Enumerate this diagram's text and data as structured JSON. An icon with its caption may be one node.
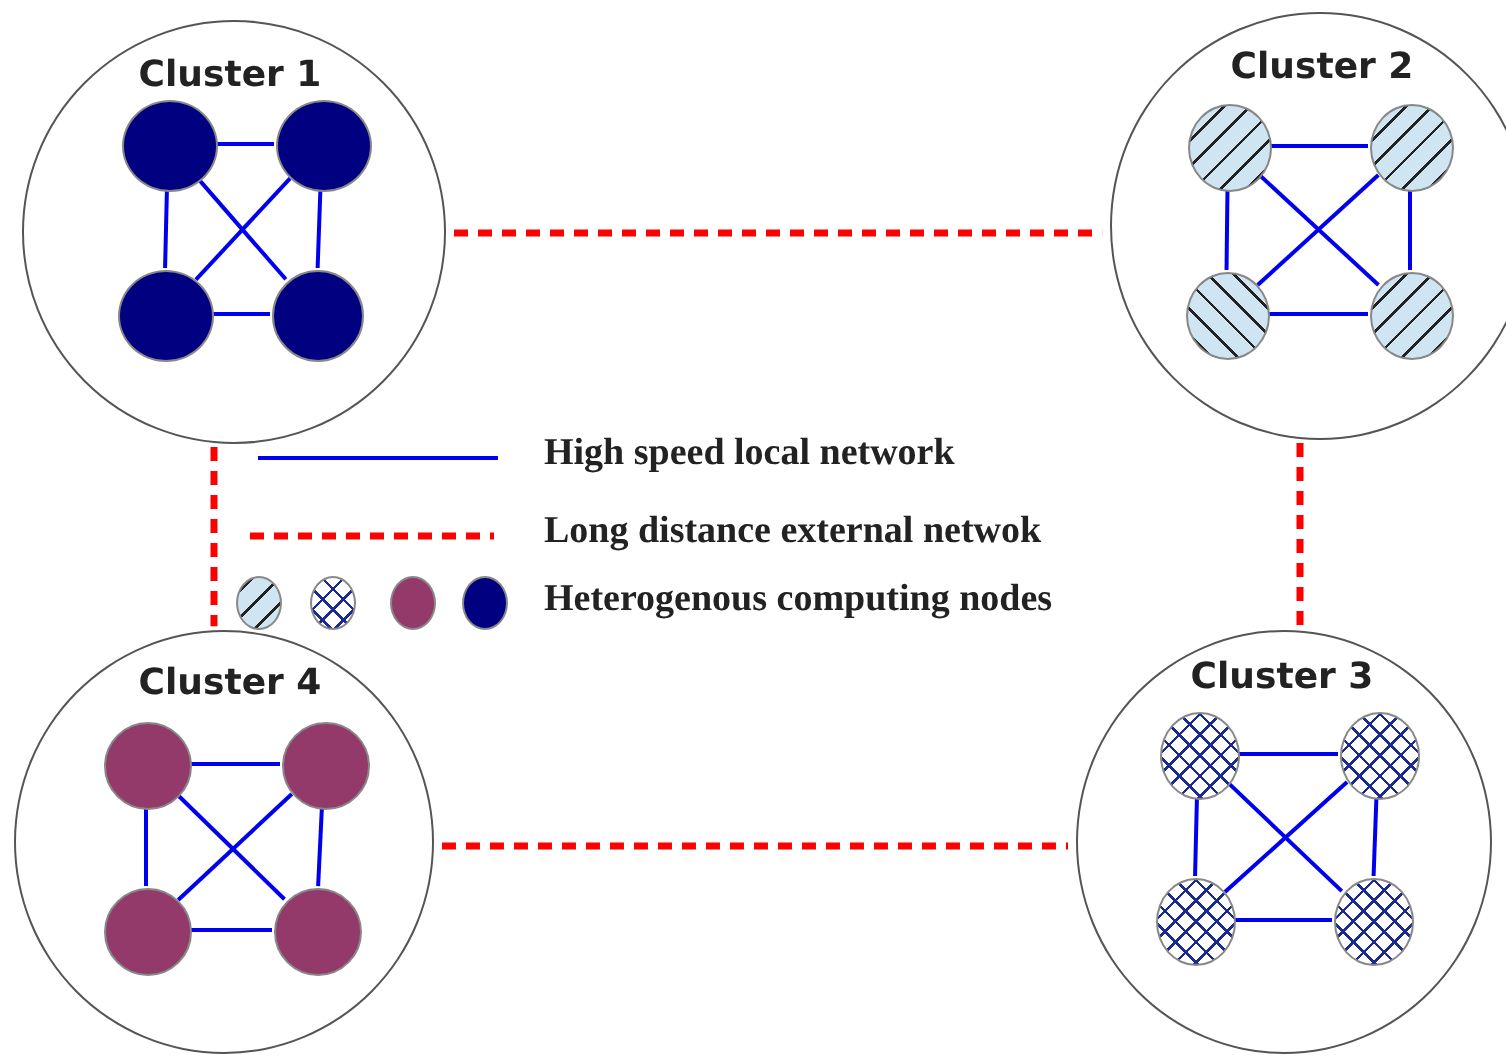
{
  "diagram": {
    "nodes": [
      {
        "text": [
          "Cluster 1"
        ]
      },
      {
        "text": [],
        "shape": "circle",
        "in": 0
      },
      {
        "text": [],
        "shape": "circle",
        "in": 0
      },
      {
        "text": [],
        "shape": "circle",
        "in": 0
      },
      {
        "text": [],
        "shape": "circle",
        "in": 0
      },
      {
        "text": [
          "Cluster 2"
        ]
      },
      {
        "text": [],
        "shape": "circle",
        "in": 5
      },
      {
        "text": [],
        "shape": "circle",
        "in": 5
      },
      {
        "text": [],
        "shape": "circle",
        "in": 5
      },
      {
        "text": [],
        "shape": "circle",
        "in": 5
      },
      {
        "text": [
          "Cluster 4"
        ]
      },
      {
        "text": [],
        "shape": "circle",
        "in": 10
      },
      {
        "text": [],
        "shape": "circle",
        "in": 10
      },
      {
        "text": [],
        "shape": "circle",
        "in": 10
      },
      {
        "text": [],
        "shape": "circle",
        "in": 10
      },
      {
        "text": [
          "Cluster 3"
        ]
      },
      {
        "text": [],
        "shape": "circle",
        "in": 15
      },
      {
        "text": [],
        "shape": "circle",
        "in": 15
      },
      {
        "text": [],
        "shape": "circle",
        "in": 15
      },
      {
        "text": [],
        "shape": "circle",
        "in": 15
      }
    ],
    "edges": [
      {
        "from": 1,
        "to": 2,
        "arrow": "none"
      },
      {
        "from": 1,
        "to": 3,
        "arrow": "none"
      },
      {
        "from": 1,
        "to": 4,
        "arrow": "none"
      },
      {
        "from": 2,
        "to": 3,
        "arrow": "none"
      },
      {
        "from": 2,
        "to": 4,
        "arrow": "none"
      },
      {
        "from": 3,
        "to": 4,
        "arrow": "none"
      },
      {
        "from": 6,
        "to": 7,
        "arrow": "none"
      },
      {
        "from": 6,
        "to": 8,
        "arrow": "none"
      },
      {
        "from": 6,
        "to": 9,
        "arrow": "none"
      },
      {
        "from": 7,
        "to": 8,
        "arrow": "none"
      },
      {
        "from": 7,
        "to": 9,
        "arrow": "none"
      },
      {
        "from": 8,
        "to": 9,
        "arrow": "none"
      },
      {
        "from": 11,
        "to": 12,
        "arrow": "none"
      },
      {
        "from": 11,
        "to": 13,
        "arrow": "none"
      },
      {
        "from": 11,
        "to": 14,
        "arrow": "none"
      },
      {
        "from": 12,
        "to": 13,
        "arrow": "none"
      },
      {
        "from": 12,
        "to": 14,
        "arrow": "none"
      },
      {
        "from": 13,
        "to": 14,
        "arrow": "none"
      },
      {
        "from": 16,
        "to": 17,
        "arrow": "none"
      },
      {
        "from": 16,
        "to": 18,
        "arrow": "none"
      },
      {
        "from": 16,
        "to": 19,
        "arrow": "none"
      },
      {
        "from": 17,
        "to": 18,
        "arrow": "none"
      },
      {
        "from": 17,
        "to": 19,
        "arrow": "none"
      },
      {
        "from": 18,
        "to": 19,
        "arrow": "none"
      },
      {
        "from": 0,
        "to": 5,
        "arrow": "none",
        "style": "dashed",
        "color": "#ff0000"
      },
      {
        "from": 0,
        "to": 10,
        "arrow": "none",
        "style": "dashed",
        "color": "#ff0000"
      },
      {
        "from": 5,
        "to": 15,
        "arrow": "none",
        "style": "dashed",
        "color": "#ff0000"
      },
      {
        "from": 10,
        "to": 15,
        "arrow": "none",
        "style": "dashed",
        "color": "#ff0000"
      }
    ],
    "legend": [
      {
        "text": "High speed local network"
      },
      {
        "text": "Long distance external netwok"
      },
      {
        "text": "Heterogenous computing nodes"
      }
    ]
  }
}
